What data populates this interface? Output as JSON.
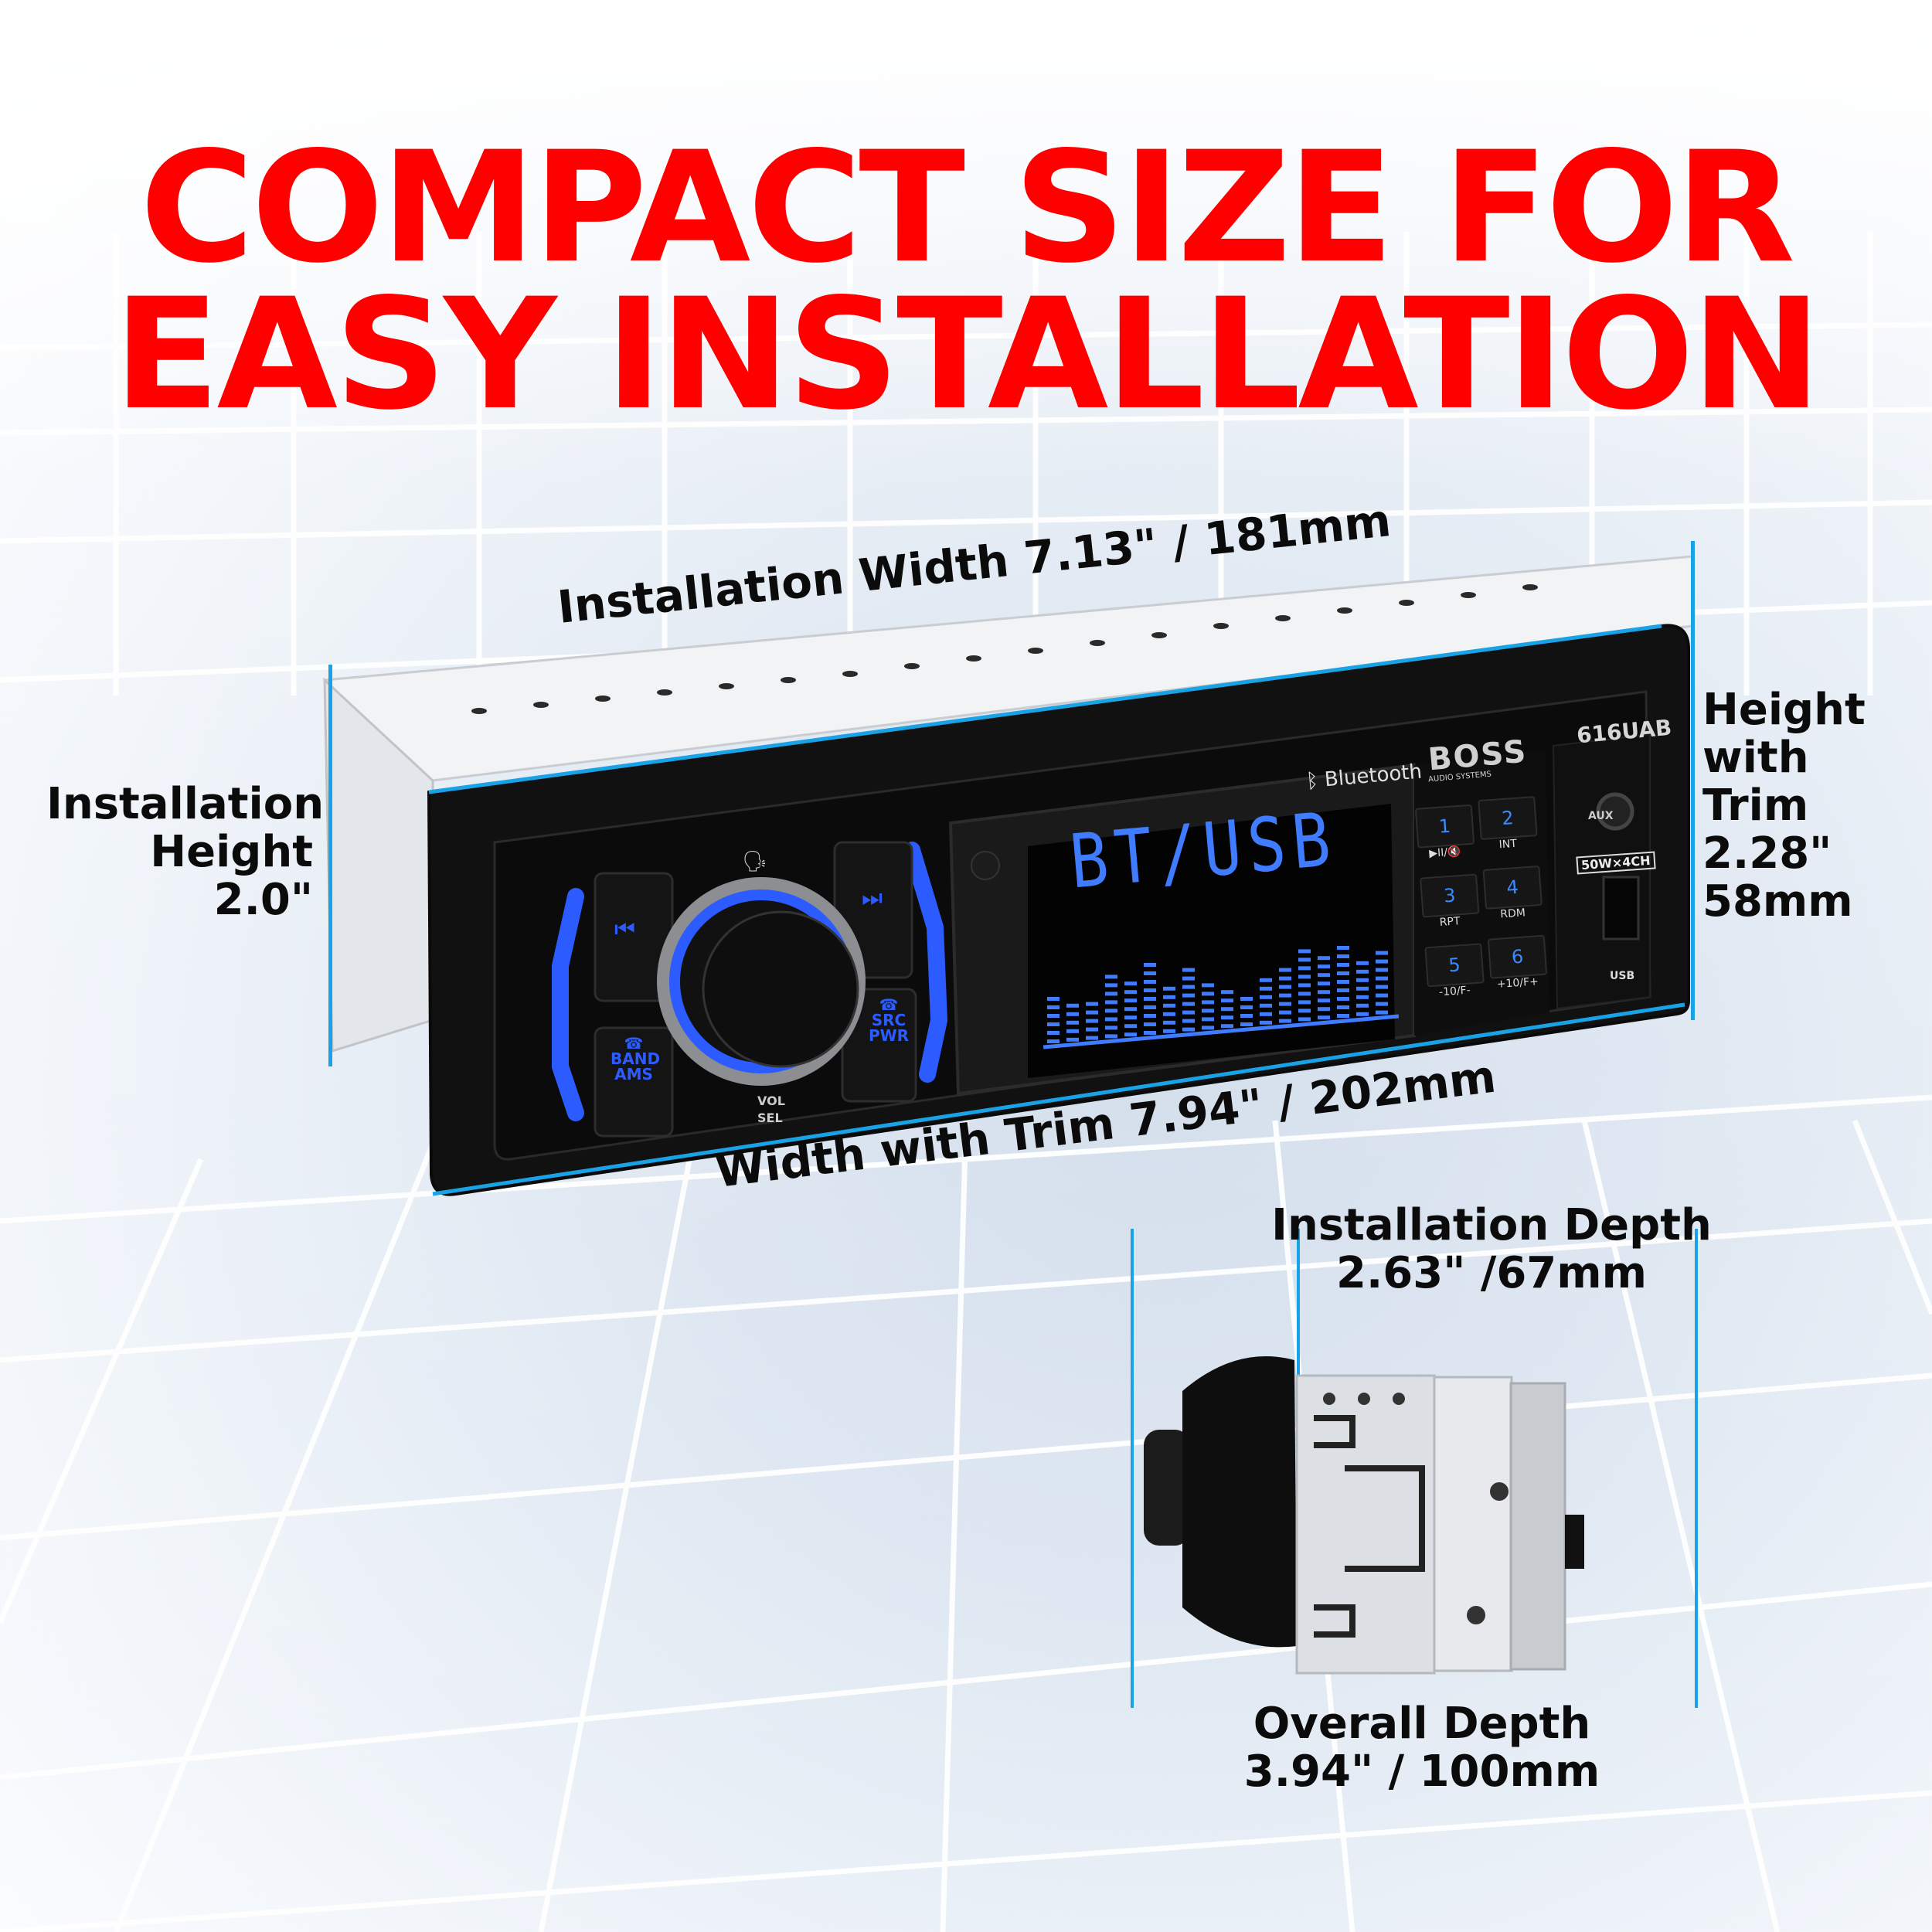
{
  "headline": {
    "line1": "COMPACT SIZE FOR",
    "line2": "EASY INSTALLATION",
    "color": "#ff0000"
  },
  "dimensions": {
    "installation_width": "Installation Width 7.13\" / 181mm",
    "installation_height": {
      "line1": "Installation",
      "line2": "Height",
      "line3": "2.0\""
    },
    "height_with_trim": {
      "line1": "Height",
      "line2": "with",
      "line3": "Trim",
      "line4": "2.28\"",
      "line5": "58mm"
    },
    "width_with_trim": "Width with Trim 7.94\" / 202mm",
    "installation_depth": {
      "line1": "Installation Depth",
      "line2": "2.63\" /67mm"
    },
    "overall_depth": {
      "line1": "Overall Depth",
      "line2": "3.94\" / 100mm"
    }
  },
  "radio": {
    "model": "616UAB",
    "brand": "BOSS",
    "brand_sub": "AUDIO SYSTEMS",
    "bluetooth_label": "Bluetooth",
    "display_text": "BT/USB",
    "eq_bars": [
      6,
      5,
      5,
      8,
      7,
      9,
      6,
      8,
      6,
      5,
      4,
      6,
      7,
      9,
      8,
      9,
      7,
      8
    ],
    "buttons": {
      "prev": "⏮",
      "next": "⏭",
      "band": {
        "line1": "BAND",
        "line2": "AMS"
      },
      "src": {
        "line1": "SRC",
        "line2": "PWR"
      },
      "knob_label1": "VOL",
      "knob_label2": "SEL"
    },
    "presets": [
      {
        "num": "1",
        "label": "▶II/🔇"
      },
      {
        "num": "2",
        "label": "INT"
      },
      {
        "num": "3",
        "label": "RPT"
      },
      {
        "num": "4",
        "label": "RDM"
      },
      {
        "num": "5",
        "label": "-10/F-"
      },
      {
        "num": "6",
        "label": "+10/F+"
      }
    ],
    "aux_label": "AUX",
    "power_badge": "50W×4CH",
    "usb_label": "USB",
    "accent": "#2c5cff",
    "lcd_color": "#3f7cff"
  },
  "colors": {
    "dimension_line": "#19a3e6",
    "text": "#0b0b0b"
  }
}
